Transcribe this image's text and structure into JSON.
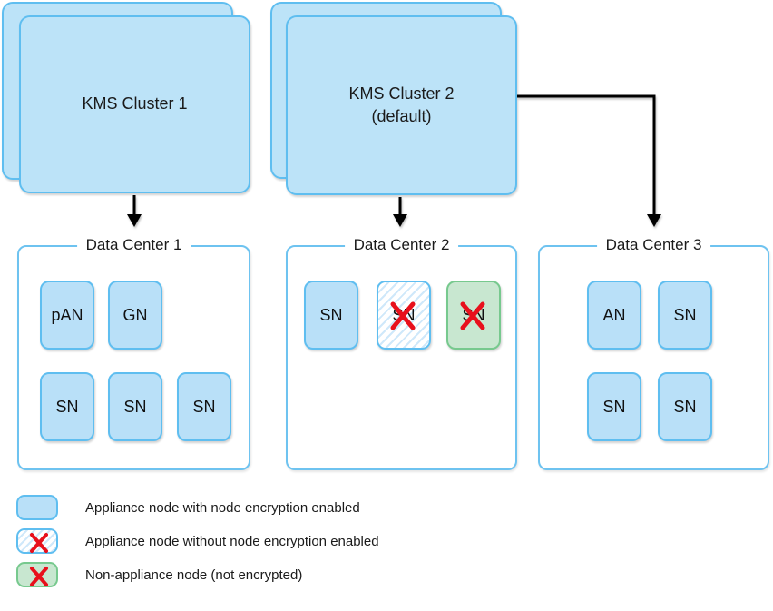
{
  "clusters": [
    {
      "label": "KMS Cluster 1",
      "sublabel": ""
    },
    {
      "label": "KMS Cluster 2",
      "sublabel": "(default)"
    }
  ],
  "data_centers": [
    {
      "title": "Data Center 1",
      "nodes": [
        {
          "label": "pAN",
          "type": "appliance-encrypted"
        },
        {
          "label": "GN",
          "type": "appliance-encrypted"
        },
        {
          "label": "SN",
          "type": "appliance-encrypted"
        },
        {
          "label": "SN",
          "type": "appliance-encrypted"
        },
        {
          "label": "SN",
          "type": "appliance-encrypted"
        }
      ]
    },
    {
      "title": "Data Center 2",
      "nodes": [
        {
          "label": "SN",
          "type": "appliance-encrypted"
        },
        {
          "label": "SN",
          "type": "appliance-unencrypted"
        },
        {
          "label": "SN",
          "type": "non-appliance"
        }
      ]
    },
    {
      "title": "Data Center 3",
      "nodes": [
        {
          "label": "AN",
          "type": "appliance-encrypted"
        },
        {
          "label": "SN",
          "type": "appliance-encrypted"
        },
        {
          "label": "SN",
          "type": "appliance-encrypted"
        },
        {
          "label": "SN",
          "type": "appliance-encrypted"
        }
      ]
    }
  ],
  "legend": {
    "items": [
      {
        "label": "Appliance node with node encryption enabled",
        "swatch": "appliance-encrypted"
      },
      {
        "label": "Appliance node without node encryption enabled",
        "swatch": "appliance-unencrypted"
      },
      {
        "label": "Non-appliance node (not encrypted)",
        "swatch": "non-appliance"
      }
    ]
  },
  "colors": {
    "node_fill_blue": "#B9E0F8",
    "node_border_blue": "#5FBEF0",
    "dc_border_blue": "#6EC3F0",
    "node_fill_green": "#C8E7D0",
    "node_border_green": "#77C98E",
    "hatch_stripe_blue": "#CFE8FA",
    "cross_red": "#E8101C",
    "arrow_black": "#000000",
    "text": "#1A1A1A"
  }
}
